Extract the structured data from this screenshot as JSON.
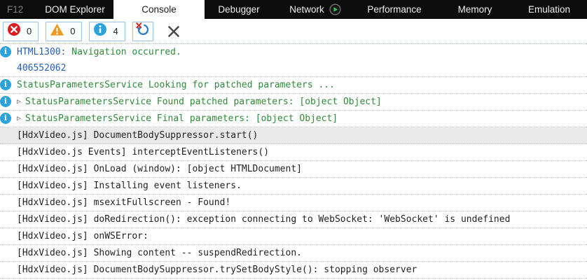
{
  "tabs": [
    {
      "id": "f12",
      "label": "F12",
      "width": 52,
      "dim": true
    },
    {
      "id": "dom-explorer",
      "label": "DOM Explorer",
      "width": 110
    },
    {
      "id": "console",
      "label": "Console",
      "width": 130,
      "active": true
    },
    {
      "id": "debugger",
      "label": "Debugger",
      "width": 98
    },
    {
      "id": "network",
      "label": "Network",
      "width": 120,
      "play_icon": true
    },
    {
      "id": "performance",
      "label": "Performance",
      "width": 106
    },
    {
      "id": "memory",
      "label": "Memory",
      "width": 124
    },
    {
      "id": "emulation",
      "label": "Emulation",
      "width": 88
    }
  ],
  "toolbar": {
    "error_count": "0",
    "warning_count": "0",
    "info_count": "4"
  },
  "colors": {
    "error_red": "#da1b20",
    "warning_orange": "#f0991e",
    "info_blue": "#2ba3dc",
    "nav_arrow_blue": "#2e7cc4",
    "play_green": "#2fbf4f",
    "text_blue": "#2a5db5",
    "text_green": "#2e8b39",
    "selected_row_bg": "#e9e9e9"
  },
  "messages": [
    {
      "icon": "info",
      "lines": [
        [
          {
            "text": "HTML1300: ",
            "color": "blue"
          },
          {
            "text": "Navigation occurred.",
            "color": "green"
          }
        ],
        [
          {
            "text": "406552062",
            "color": "blue"
          }
        ]
      ]
    },
    {
      "icon": "info",
      "lines": [
        [
          {
            "text": "StatusParametersService Looking for patched parameters ...",
            "color": "green"
          }
        ]
      ]
    },
    {
      "icon": "info",
      "arrow": true,
      "lines": [
        [
          {
            "text": "StatusParametersService Found patched parameters: [object Object]",
            "color": "green"
          }
        ]
      ]
    },
    {
      "icon": "info",
      "arrow": true,
      "lines": [
        [
          {
            "text": "StatusParametersService Final parameters: [object Object]",
            "color": "green"
          }
        ]
      ]
    },
    {
      "selected": true,
      "lines": [
        [
          {
            "text": "[HdxVideo.js] DocumentBodySuppressor.start()",
            "color": "black"
          }
        ]
      ]
    },
    {
      "lines": [
        [
          {
            "text": "[HdxVideo.js Events] interceptEventListeners()",
            "color": "black"
          }
        ]
      ]
    },
    {
      "lines": [
        [
          {
            "text": "[HdxVideo.js] OnLoad (window): [object HTMLDocument]",
            "color": "black"
          }
        ]
      ]
    },
    {
      "lines": [
        [
          {
            "text": "[HdxVideo.js] Installing event listeners.",
            "color": "black"
          }
        ]
      ]
    },
    {
      "lines": [
        [
          {
            "text": "[HdxVideo.js] msexitFullscreen - Found!",
            "color": "black"
          }
        ]
      ]
    },
    {
      "lines": [
        [
          {
            "text": "[HdxVideo.js] doRedirection(): exception connecting to WebSocket: 'WebSocket' is undefined",
            "color": "black"
          }
        ]
      ]
    },
    {
      "lines": [
        [
          {
            "text": "[HdxVideo.js] onWSError:",
            "color": "black"
          }
        ]
      ]
    },
    {
      "lines": [
        [
          {
            "text": "[HdxVideo.js] Showing content -- suspendRedirection.",
            "color": "black"
          }
        ]
      ]
    },
    {
      "lines": [
        [
          {
            "text": "[HdxVideo.js] DocumentBodySuppressor.trySetBodyStyle(): stopping observer",
            "color": "black"
          }
        ]
      ]
    }
  ]
}
